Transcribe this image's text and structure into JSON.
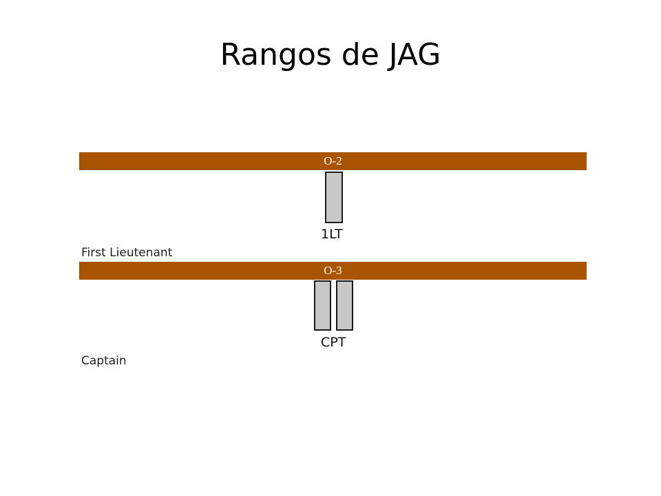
{
  "title": "Rangos de JAG",
  "colors": {
    "band": "#a85400",
    "insignia_fill": "#c8c8c8",
    "insignia_border": "#1a1a1a",
    "background": "#ffffff"
  },
  "ranks": [
    {
      "grade": "O-2",
      "abbreviation": "1LT",
      "name": "First Lieutenant",
      "insignia_bars": 1
    },
    {
      "grade": "O-3",
      "abbreviation": "CPT",
      "name": "Captain",
      "insignia_bars": 2
    }
  ]
}
